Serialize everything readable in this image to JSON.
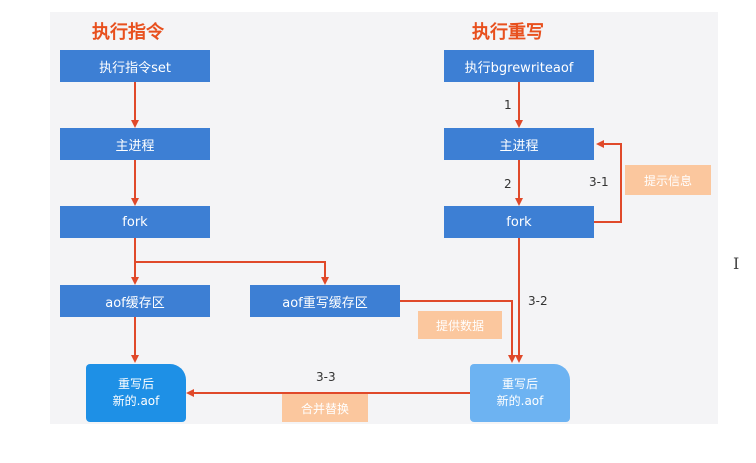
{
  "left": {
    "title": "执行指令",
    "steps": [
      "执行指令set",
      "主进程",
      "fork",
      "aof缓存区"
    ],
    "file_line1": "重写后",
    "file_line2": "新的.aof"
  },
  "middle": {
    "rewrite_buffer": "aof重写缓存区",
    "note_provide_data": "提供数据"
  },
  "right": {
    "title": "执行重写",
    "steps": [
      "执行bgrewriteaof",
      "主进程",
      "fork"
    ],
    "note_notify": "提示信息",
    "file_line1": "重写后",
    "file_line2": "新的.aof"
  },
  "step_labels": {
    "s1": "1",
    "s2": "2",
    "s31": "3-1",
    "s32": "3-2",
    "s33": "3-3"
  },
  "bottom": {
    "note_merge_replace": "合并替换"
  },
  "colors": {
    "box_blue": "#3d7fd4",
    "file_dark": "#1e90e6",
    "file_light": "#6db3f2",
    "arrow_red": "#e0492a",
    "note_orange": "#fbc79e",
    "title_orange": "#e8501e"
  }
}
